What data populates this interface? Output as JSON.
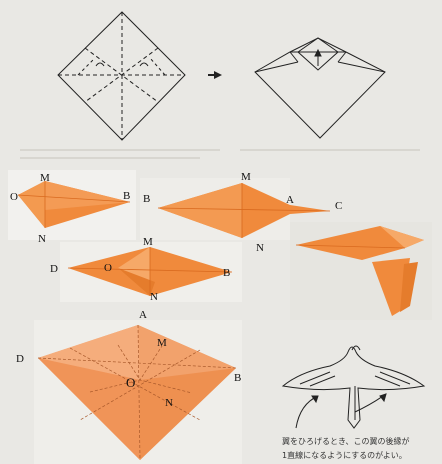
{
  "colors": {
    "paper_bg": "#e9e8e4",
    "origami_orange": "#f08a3c",
    "origami_orange_dark": "#d96a1f",
    "line": "#222222"
  },
  "photo1": {
    "labels": {
      "O": "O",
      "M": "M",
      "N": "N",
      "B": "B"
    }
  },
  "photo2": {
    "labels": {
      "B": "B",
      "M": "M",
      "A": "A",
      "C": "C",
      "N": "N"
    }
  },
  "photo3": {
    "labels": {
      "D": "D",
      "O": "O",
      "M": "M",
      "N": "N",
      "B": "B"
    }
  },
  "photo5": {
    "labels": {
      "A": "A",
      "M": "M",
      "D": "D",
      "O": "O",
      "B": "B",
      "N": "N"
    }
  },
  "caption": {
    "line1": "翼をひろげるとき、この翼の後縁が",
    "line2": "1直線になるようにするのがよい。"
  }
}
